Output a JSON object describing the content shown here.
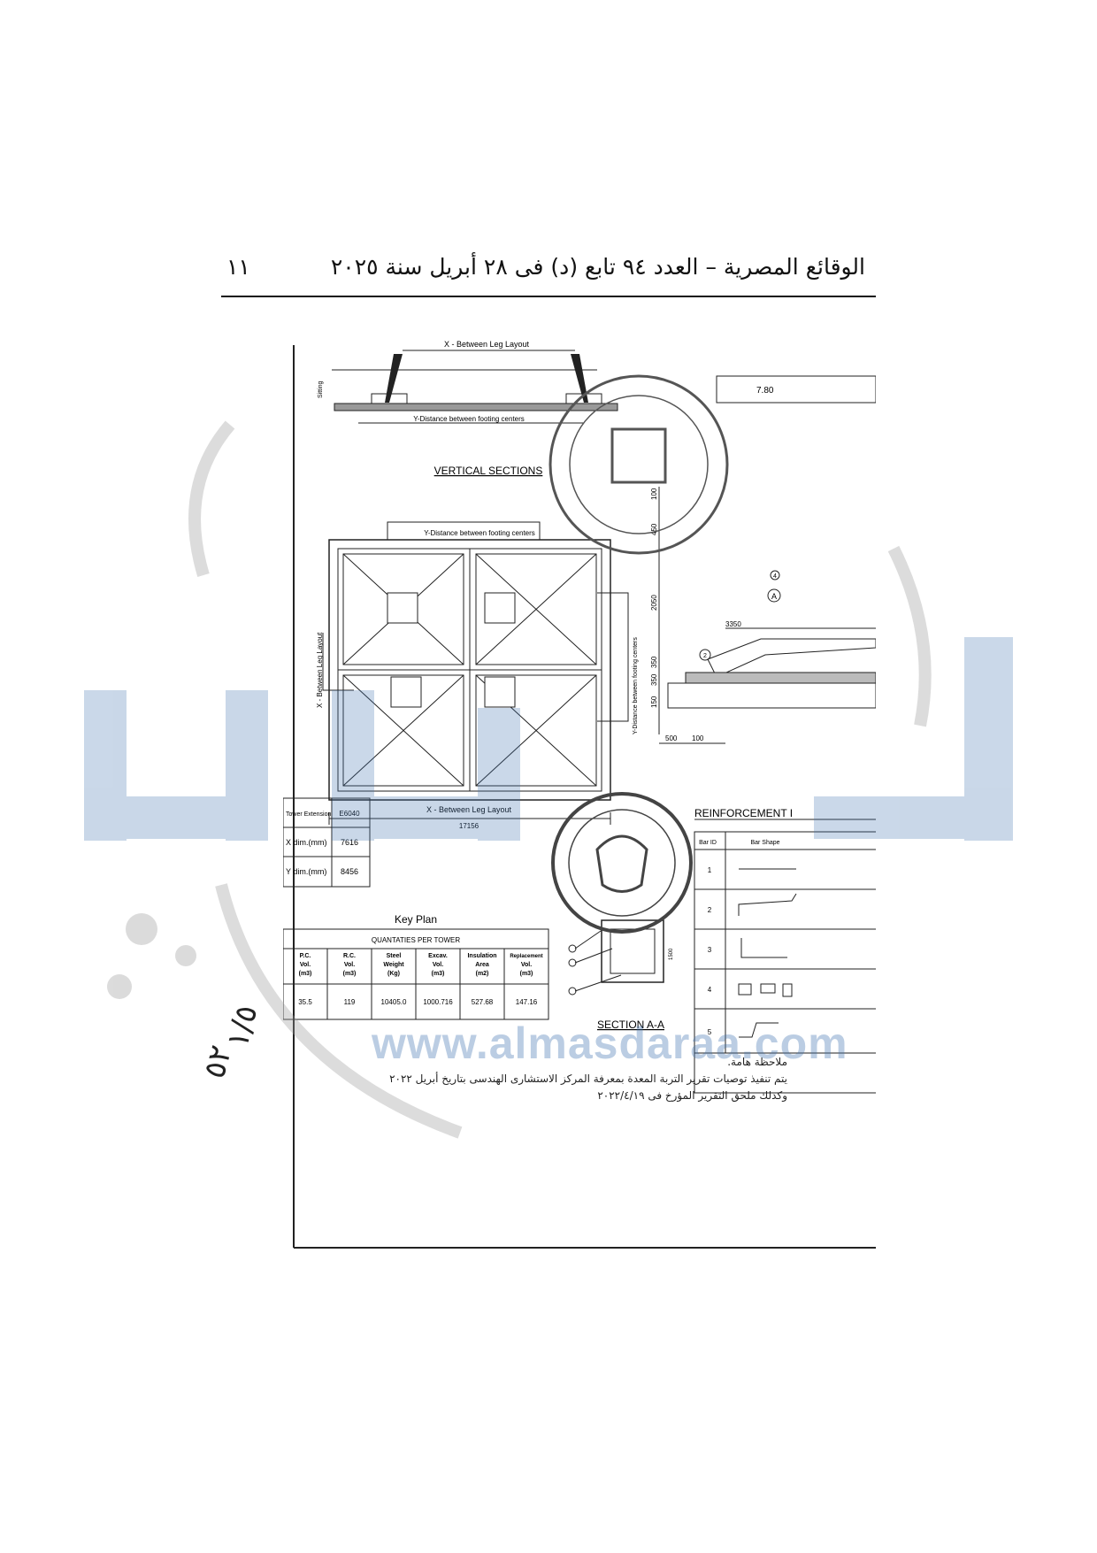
{
  "header": {
    "title": "الوقائع المصرية – العدد ٩٤ تابع (د) فى ٢٨ أبريل سنة ٢٠٢٥",
    "page_number": "١١"
  },
  "drawing": {
    "elevation_top_label": "X - Between Leg Layout",
    "elevation_bottom_label": "Y-Distance between footing centers",
    "elevation_left_label": "Sitting",
    "vertical_sections_title": "VERTICAL SECTIONS",
    "plan_top_label": "Y-Distance between footing centers",
    "plan_left_label": "X - Between Leg Layout",
    "plan_right_label": "Y-Distance between footing centers",
    "plan_bottom_label": "X - Between Leg Layout",
    "plan_bottom_dim": "17156",
    "key_plan_title": "Key Plan",
    "section_aa_title": "SECTION A-A",
    "section_aa_dim": "1500",
    "reinforcement_title": "REINFORCEMENT I",
    "right_dims": {
      "d100": "100",
      "d450": "450",
      "d2050": "2050",
      "d350a": "350",
      "d350b": "350",
      "d150": "150",
      "d3350": "3350",
      "d500": "500",
      "d100b": "100",
      "top_value": "7.80",
      "marker_a": "A",
      "marker_4": "4",
      "marker_2": "2"
    }
  },
  "tower_table": {
    "rows": [
      {
        "label": "Tower Extension",
        "value": "E6040"
      },
      {
        "label": "X dim.(mm)",
        "value": "7616"
      },
      {
        "label": "Y dim.(mm)",
        "value": "8456"
      }
    ]
  },
  "quantities_table": {
    "title": "QUANTATIES PER TOWER",
    "headers": [
      [
        "P.C.",
        "Vol.",
        "(m3)"
      ],
      [
        "R.C.",
        "Vol.",
        "(m3)"
      ],
      [
        "Steel",
        "Weight",
        "(Kg)"
      ],
      [
        "Excav.",
        "Vol.",
        "(m3)"
      ],
      [
        "Insulation",
        "Area",
        "(m2)"
      ],
      [
        "Replacement",
        "Vol.",
        "(m3)"
      ]
    ],
    "values": [
      "35.5",
      "119",
      "10405.0",
      "1000.716",
      "527.68",
      "147.16"
    ]
  },
  "bar_table": {
    "headers": [
      "Bar ID",
      "Bar Shape"
    ],
    "ids": [
      "1",
      "2",
      "3",
      "4",
      "5"
    ]
  },
  "notes": {
    "line1": "ملاحظة هامة.",
    "line2": "يتم تنفيذ توصيات تقرير التربة المعدة بمعرفة المركز الاستشارى الهندسى بتاريخ أبريل ٢٠٢٢",
    "line3": "وكذلك ملحق التقرير المؤرخ فى ٢٠٢٢/٤/١٩"
  },
  "handwriting": {
    "text": "١/٥",
    "text2": "٥٢"
  },
  "watermark": {
    "text": "www.almasdaraa.com"
  },
  "colors": {
    "watermark": "#3f73b0",
    "ink": "#111111"
  }
}
